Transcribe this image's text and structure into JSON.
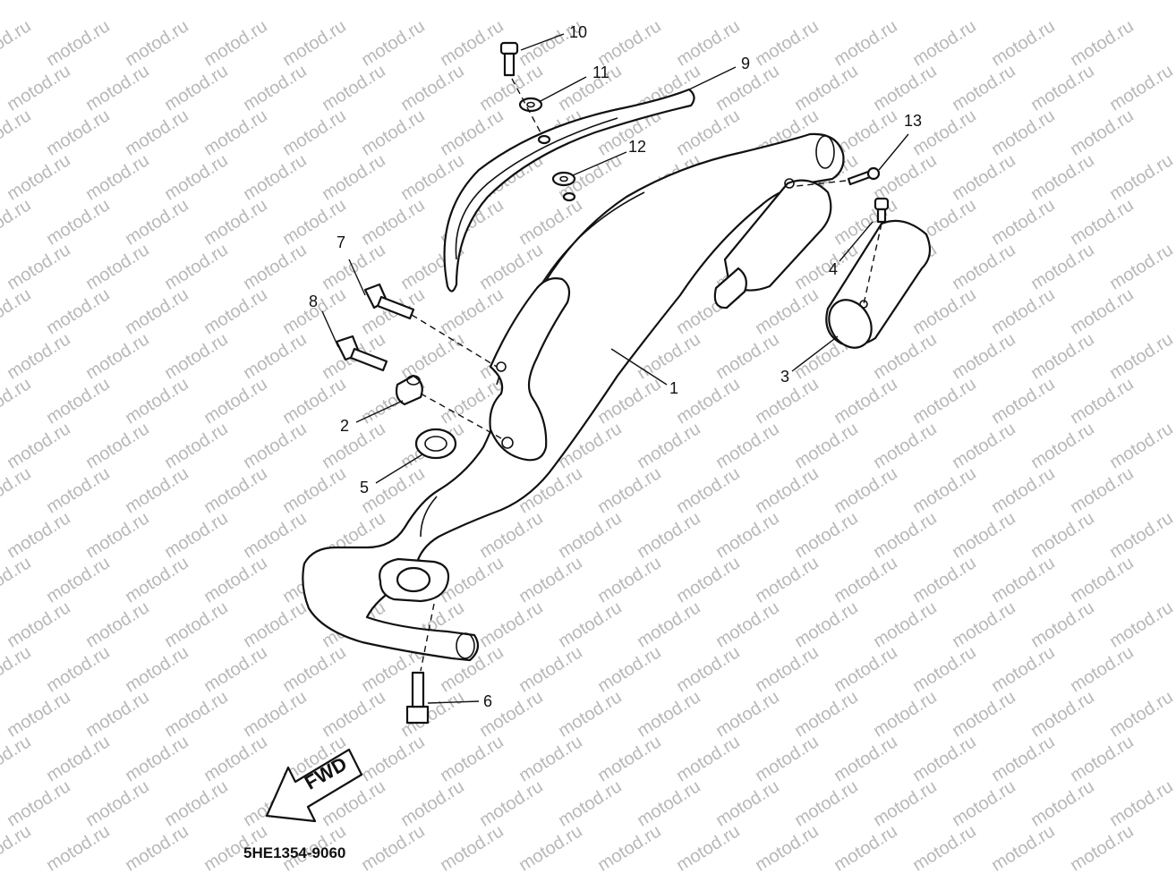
{
  "diagram": {
    "watermark": "motod.ru",
    "part_number": "5HE1354-9060",
    "fwd_label": "FWD",
    "callouts": [
      {
        "id": "1",
        "label": "1"
      },
      {
        "id": "2",
        "label": "2"
      },
      {
        "id": "3",
        "label": "3"
      },
      {
        "id": "4",
        "label": "4"
      },
      {
        "id": "5",
        "label": "5"
      },
      {
        "id": "6",
        "label": "6"
      },
      {
        "id": "7",
        "label": "7"
      },
      {
        "id": "8",
        "label": "8"
      },
      {
        "id": "9",
        "label": "9"
      },
      {
        "id": "10",
        "label": "10"
      },
      {
        "id": "11",
        "label": "11"
      },
      {
        "id": "12",
        "label": "12"
      },
      {
        "id": "13",
        "label": "13"
      }
    ]
  }
}
